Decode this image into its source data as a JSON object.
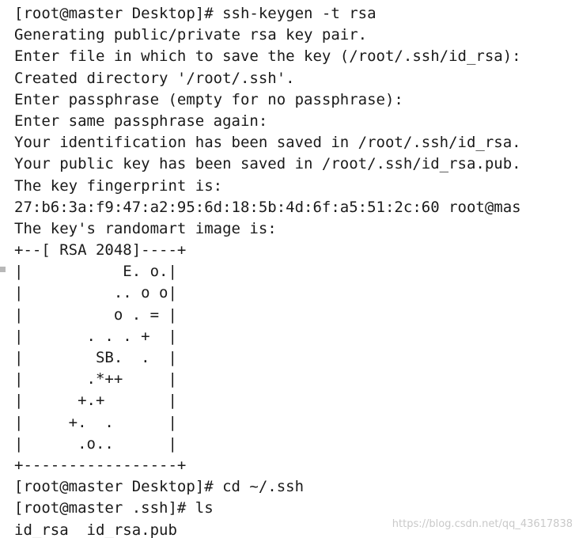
{
  "terminal": {
    "lines": [
      "[root@master Desktop]# ssh-keygen -t rsa",
      "Generating public/private rsa key pair.",
      "Enter file in which to save the key (/root/.ssh/id_rsa):",
      "Created directory '/root/.ssh'.",
      "Enter passphrase (empty for no passphrase):",
      "Enter same passphrase again:",
      "Your identification has been saved in /root/.ssh/id_rsa.",
      "Your public key has been saved in /root/.ssh/id_rsa.pub.",
      "The key fingerprint is:",
      "27:b6:3a:f9:47:a2:95:6d:18:5b:4d:6f:a5:51:2c:60 root@mas",
      "The key's randomart image is:",
      "+--[ RSA 2048]----+",
      "|           E. o.|",
      "|          .. o o|",
      "|          o . = |",
      "|       . . . +  |",
      "|        SB.  .  |",
      "|       .*++     |",
      "|      +.+       |",
      "|     +.  .      |",
      "|      .o..      |",
      "+-----------------+",
      "[root@master Desktop]# cd ~/.ssh",
      "[root@master .ssh]# ls",
      "id_rsa  id_rsa.pub"
    ]
  },
  "watermark": {
    "text": "https://blog.csdn.net/qq_43617838"
  }
}
